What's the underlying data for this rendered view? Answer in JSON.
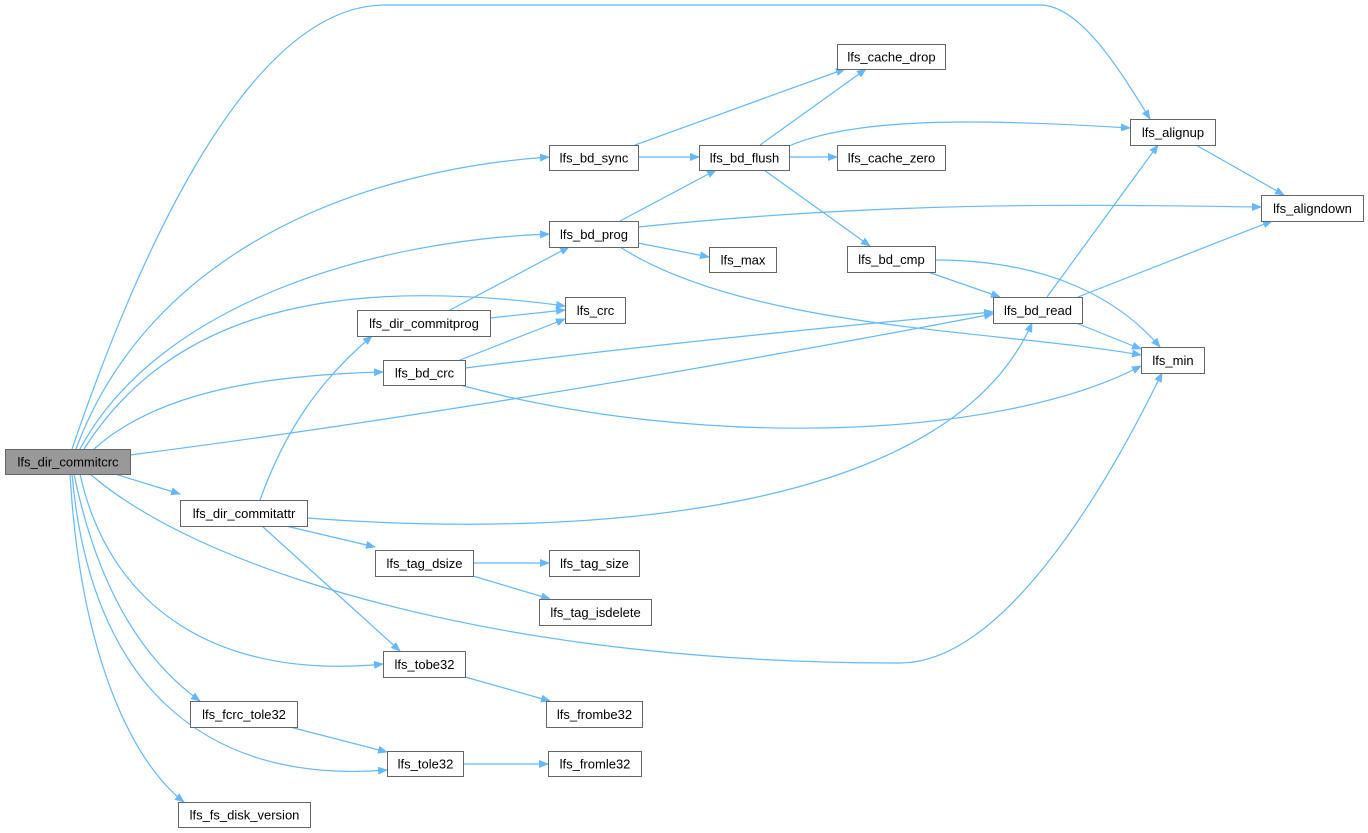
{
  "diagram": {
    "type": "call-graph",
    "edge_color": "#63b8ff",
    "root_fill": "#999999",
    "nodes": [
      {
        "id": "lfs_dir_commitcrc",
        "label": "lfs_dir_commitcrc",
        "root": true
      },
      {
        "id": "lfs_bd_sync",
        "label": "lfs_bd_sync"
      },
      {
        "id": "lfs_bd_flush",
        "label": "lfs_bd_flush"
      },
      {
        "id": "lfs_cache_drop",
        "label": "lfs_cache_drop"
      },
      {
        "id": "lfs_cache_zero",
        "label": "lfs_cache_zero"
      },
      {
        "id": "lfs_alignup",
        "label": "lfs_alignup"
      },
      {
        "id": "lfs_aligndown",
        "label": "lfs_aligndown"
      },
      {
        "id": "lfs_bd_prog",
        "label": "lfs_bd_prog"
      },
      {
        "id": "lfs_max",
        "label": "lfs_max"
      },
      {
        "id": "lfs_bd_cmp",
        "label": "lfs_bd_cmp"
      },
      {
        "id": "lfs_crc",
        "label": "lfs_crc"
      },
      {
        "id": "lfs_dir_commitprog",
        "label": "lfs_dir_commitprog"
      },
      {
        "id": "lfs_bd_read",
        "label": "lfs_bd_read"
      },
      {
        "id": "lfs_bd_crc",
        "label": "lfs_bd_crc"
      },
      {
        "id": "lfs_min",
        "label": "lfs_min"
      },
      {
        "id": "lfs_dir_commitattr",
        "label": "lfs_dir_commitattr"
      },
      {
        "id": "lfs_tag_dsize",
        "label": "lfs_tag_dsize"
      },
      {
        "id": "lfs_tag_size",
        "label": "lfs_tag_size"
      },
      {
        "id": "lfs_tag_isdelete",
        "label": "lfs_tag_isdelete"
      },
      {
        "id": "lfs_tobe32",
        "label": "lfs_tobe32"
      },
      {
        "id": "lfs_frombe32",
        "label": "lfs_frombe32"
      },
      {
        "id": "lfs_fcrc_tole32",
        "label": "lfs_fcrc_tole32"
      },
      {
        "id": "lfs_tole32",
        "label": "lfs_tole32"
      },
      {
        "id": "lfs_fromle32",
        "label": "lfs_fromle32"
      },
      {
        "id": "lfs_fs_disk_version",
        "label": "lfs_fs_disk_version"
      }
    ],
    "edges": [
      [
        "lfs_dir_commitcrc",
        "lfs_alignup"
      ],
      [
        "lfs_dir_commitcrc",
        "lfs_bd_sync"
      ],
      [
        "lfs_dir_commitcrc",
        "lfs_bd_prog"
      ],
      [
        "lfs_dir_commitcrc",
        "lfs_crc"
      ],
      [
        "lfs_dir_commitcrc",
        "lfs_bd_crc"
      ],
      [
        "lfs_dir_commitcrc",
        "lfs_bd_read"
      ],
      [
        "lfs_dir_commitcrc",
        "lfs_dir_commitattr"
      ],
      [
        "lfs_dir_commitcrc",
        "lfs_min"
      ],
      [
        "lfs_dir_commitcrc",
        "lfs_tobe32"
      ],
      [
        "lfs_dir_commitcrc",
        "lfs_fcrc_tole32"
      ],
      [
        "lfs_dir_commitcrc",
        "lfs_tole32"
      ],
      [
        "lfs_dir_commitcrc",
        "lfs_fs_disk_version"
      ],
      [
        "lfs_bd_sync",
        "lfs_cache_drop"
      ],
      [
        "lfs_bd_sync",
        "lfs_bd_flush"
      ],
      [
        "lfs_bd_flush",
        "lfs_cache_drop"
      ],
      [
        "lfs_bd_flush",
        "lfs_alignup"
      ],
      [
        "lfs_bd_flush",
        "lfs_cache_zero"
      ],
      [
        "lfs_bd_flush",
        "lfs_bd_cmp"
      ],
      [
        "lfs_bd_prog",
        "lfs_bd_flush"
      ],
      [
        "lfs_bd_prog",
        "lfs_aligndown"
      ],
      [
        "lfs_bd_prog",
        "lfs_max"
      ],
      [
        "lfs_bd_prog",
        "lfs_min"
      ],
      [
        "lfs_bd_cmp",
        "lfs_bd_read"
      ],
      [
        "lfs_bd_cmp",
        "lfs_min"
      ],
      [
        "lfs_bd_read",
        "lfs_alignup"
      ],
      [
        "lfs_bd_read",
        "lfs_aligndown"
      ],
      [
        "lfs_bd_read",
        "lfs_min"
      ],
      [
        "lfs_alignup",
        "lfs_aligndown"
      ],
      [
        "lfs_dir_commitprog",
        "lfs_bd_prog"
      ],
      [
        "lfs_dir_commitprog",
        "lfs_crc"
      ],
      [
        "lfs_bd_crc",
        "lfs_crc"
      ],
      [
        "lfs_bd_crc",
        "lfs_bd_read"
      ],
      [
        "lfs_bd_crc",
        "lfs_min"
      ],
      [
        "lfs_dir_commitattr",
        "lfs_dir_commitprog"
      ],
      [
        "lfs_dir_commitattr",
        "lfs_bd_read"
      ],
      [
        "lfs_dir_commitattr",
        "lfs_tag_dsize"
      ],
      [
        "lfs_dir_commitattr",
        "lfs_tobe32"
      ],
      [
        "lfs_tag_dsize",
        "lfs_tag_size"
      ],
      [
        "lfs_tag_dsize",
        "lfs_tag_isdelete"
      ],
      [
        "lfs_tobe32",
        "lfs_frombe32"
      ],
      [
        "lfs_fcrc_tole32",
        "lfs_tole32"
      ],
      [
        "lfs_tole32",
        "lfs_fromle32"
      ]
    ]
  }
}
